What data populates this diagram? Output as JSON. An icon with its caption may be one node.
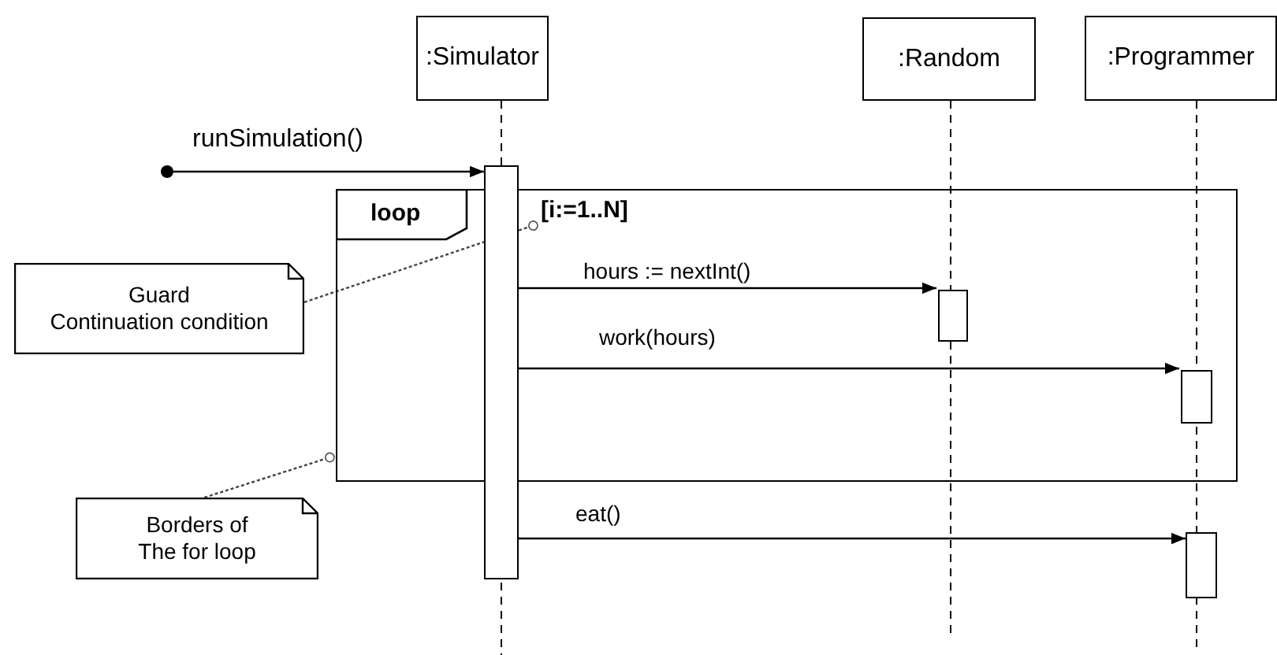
{
  "diagram": {
    "nodes": [
      {
        "text": [
          ":Simulator"
        ]
      },
      {
        "text": [
          ":Random"
        ]
      },
      {
        "text": [
          ":Programmer"
        ]
      },
      {
        "text": [],
        "shape": "circle"
      },
      {
        "text": [
          "loop"
        ]
      },
      {
        "text": [
          "[i:=1..N]"
        ],
        "in": 4
      },
      {
        "text": [],
        "shape": "bar"
      },
      {
        "text": [],
        "shape": "bar",
        "in": 4
      },
      {
        "text": [
          "Guard",
          "Continuation condition"
        ]
      },
      {
        "text": [],
        "shape": "bar",
        "in": 4
      },
      {
        "text": [
          "Borders of The for loop"
        ]
      },
      {
        "text": [],
        "shape": "bar"
      }
    ],
    "edges": [
      {
        "from": 3,
        "to": 6,
        "arrow": "to",
        "label": "runSimulation()"
      },
      {
        "from": 6,
        "to": 7,
        "arrow": "to",
        "label": "hours := nextInt()"
      },
      {
        "from": 6,
        "to": 9,
        "arrow": "to",
        "label": "work(hours)"
      },
      {
        "from": 6,
        "to": 11,
        "arrow": "to",
        "label": "eat()"
      },
      {
        "from": 8,
        "to": 5,
        "arrow": "other",
        "style": "dashed"
      },
      {
        "from": 10,
        "to": 4,
        "arrow": "other",
        "style": "dashed"
      }
    ]
  }
}
